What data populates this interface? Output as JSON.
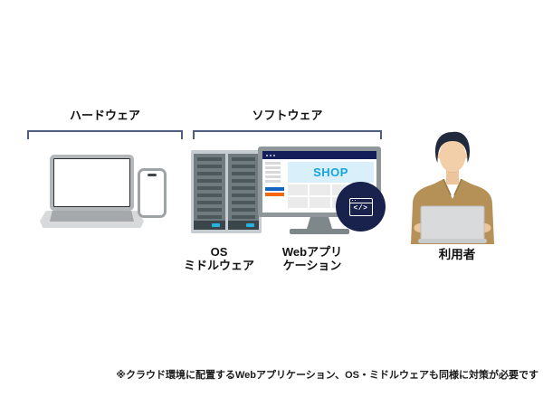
{
  "sections": {
    "hardware": {
      "label": "ハードウェア"
    },
    "software": {
      "label": "ソフトウェア"
    },
    "user": {
      "label": "利用者"
    }
  },
  "software_items": {
    "os": {
      "line1": "OS",
      "line2": "ミドルウェア"
    },
    "webapp": {
      "line1": "Webアプリ",
      "line2": "ケーション"
    }
  },
  "browser": {
    "shop_banner": "SHOP"
  },
  "code_badge": {
    "glyph": "</>"
  },
  "footnote": "※クラウド環境に配置するWebアプリケーション、OS・ミドルウェアも同様に対策が必要です",
  "colors": {
    "bracket_navy": "#4f5d80",
    "deep_navy": "#19224d",
    "monitor_topbar_navy": "#141f5a",
    "shop_blue": "#17a3dc",
    "banner_light_blue": "#d9effa",
    "sidebar_bar_blue": "#1565c0",
    "sidebar_bar_orange": "#f2690d",
    "server_led_cyan": "#27b2e2",
    "server_body_gray": "#6f7b7f",
    "jacket_tan": "#b69157",
    "skin_tone": "#f2cfa9",
    "hair_navy": "#212a3b"
  }
}
